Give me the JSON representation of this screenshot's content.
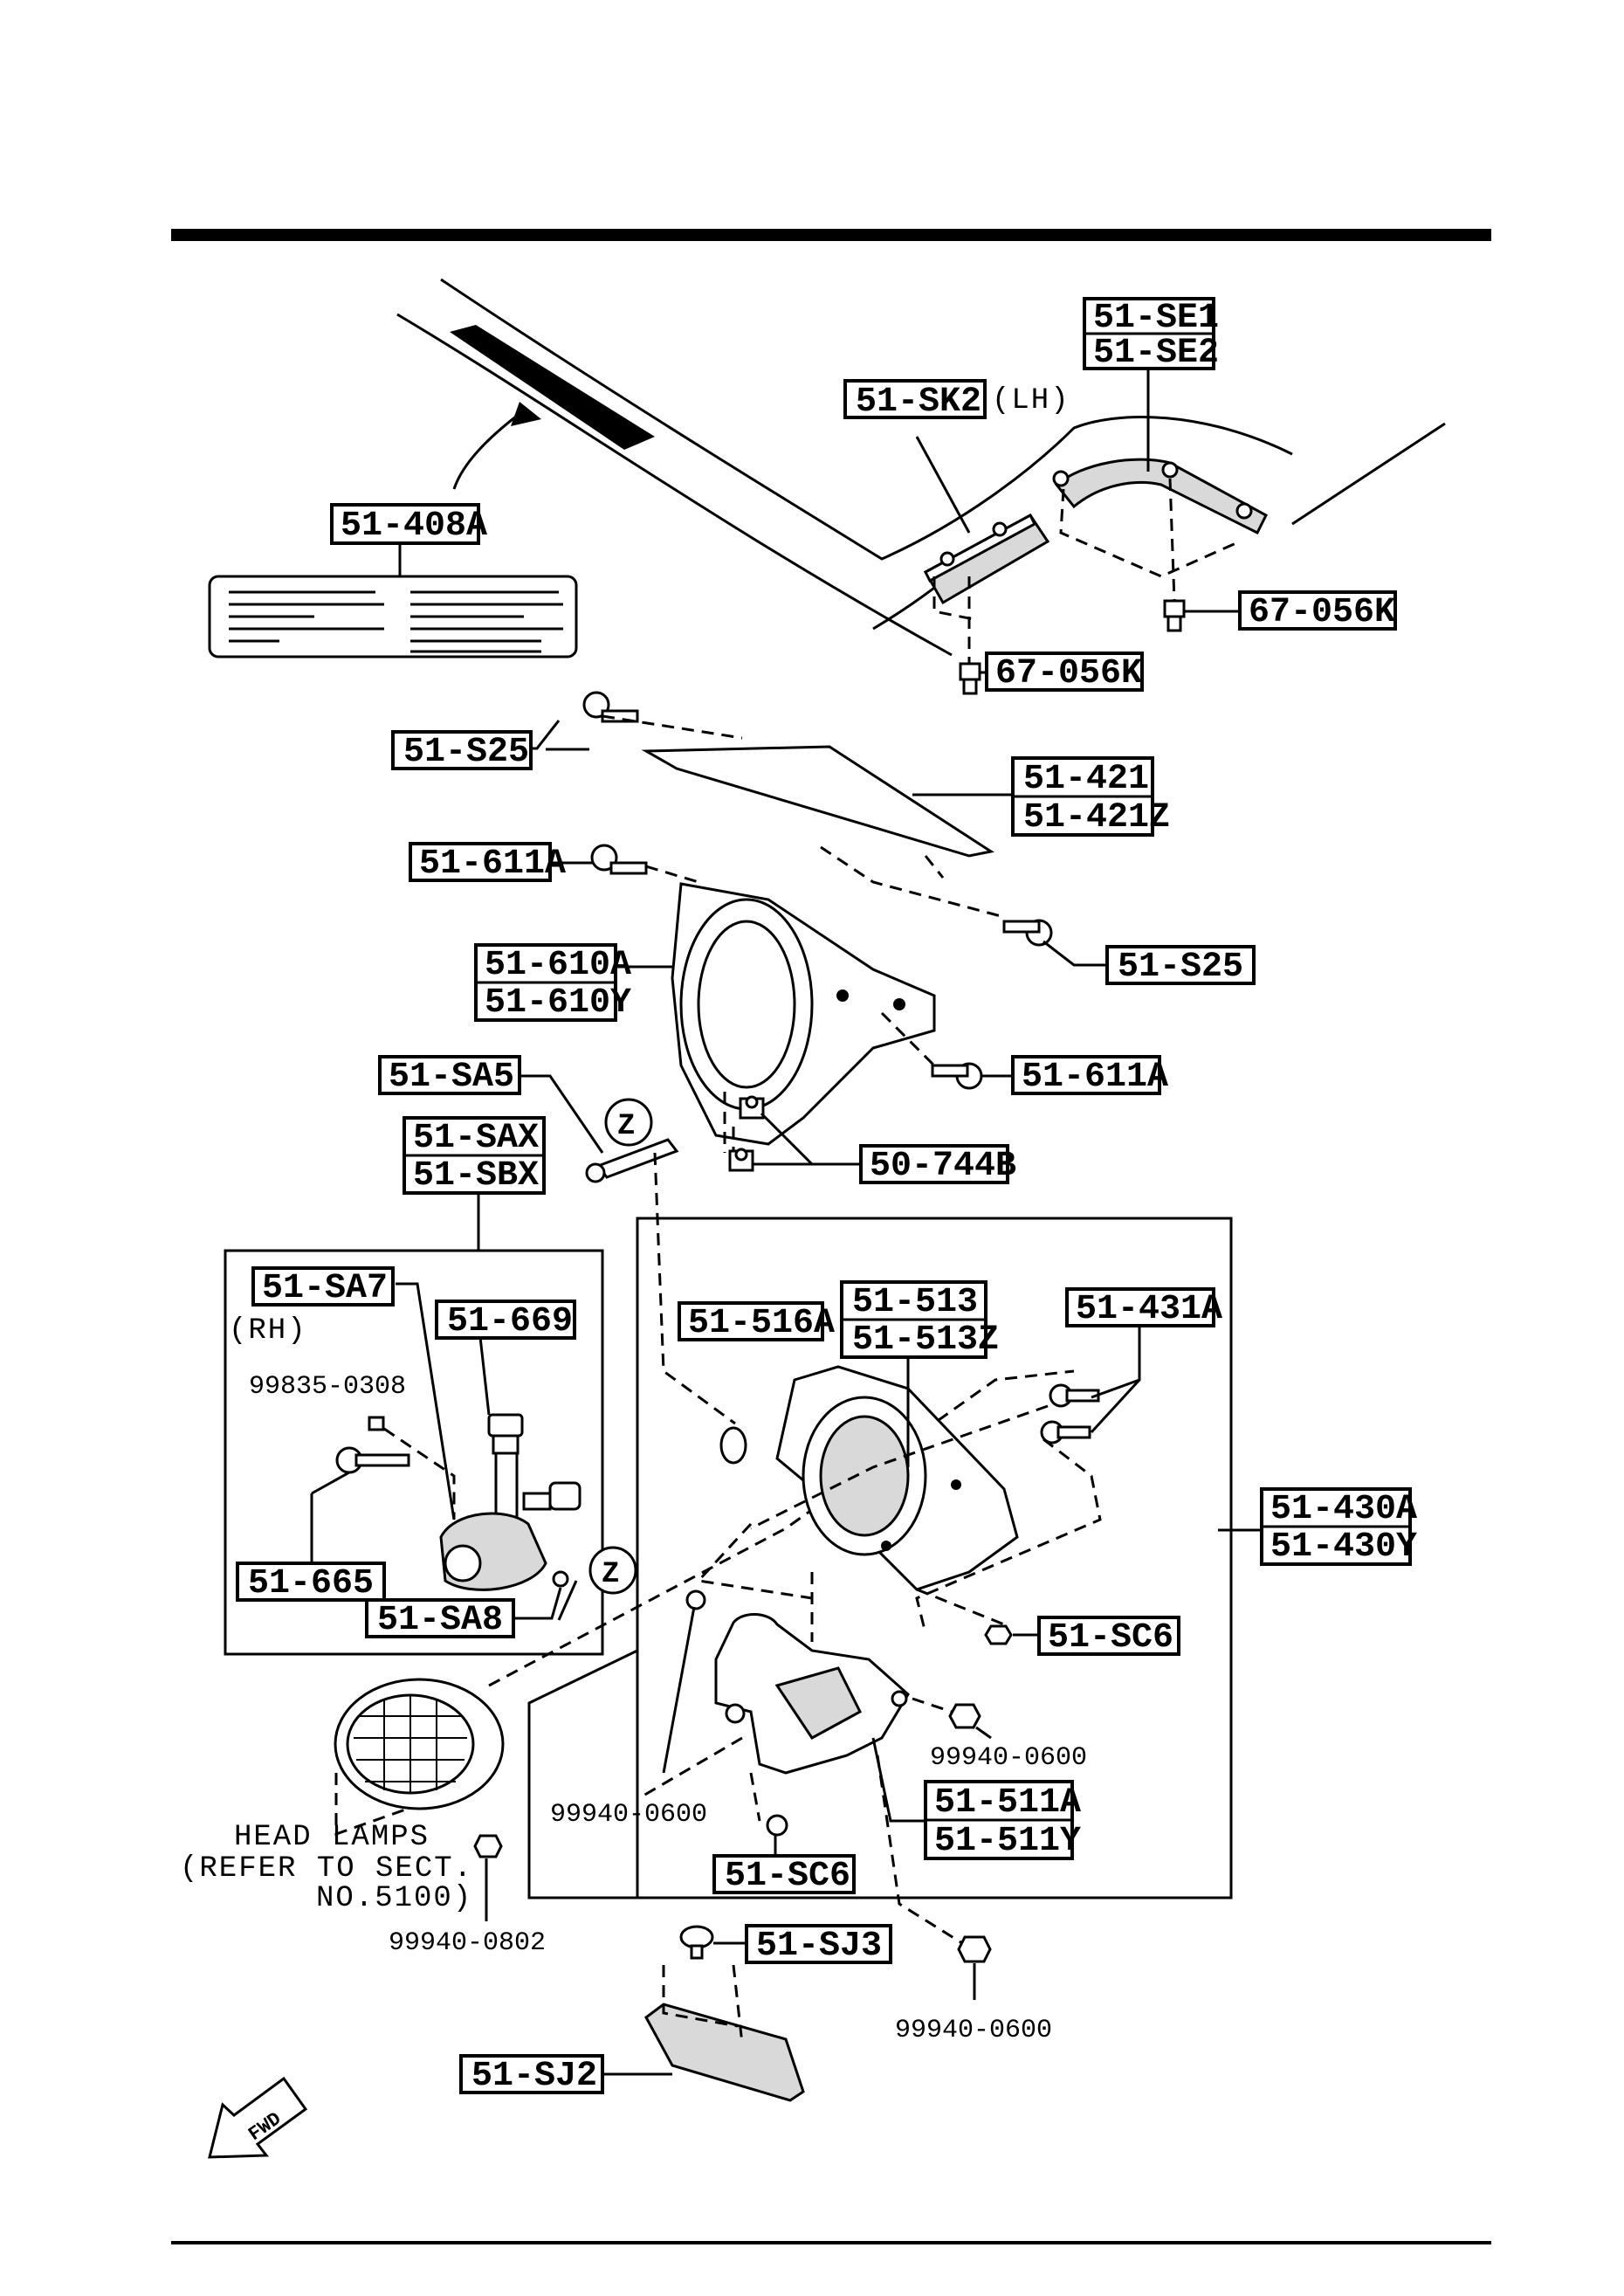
{
  "labels": {
    "l_51_se1": "51-SE1",
    "l_51_se2": "51-SE2",
    "l_51_sk2": "51-SK2",
    "l_lh": "(LH)",
    "l_51_408a": "51-408A",
    "l_67_056k_a": "67-056K",
    "l_67_056k_b": "67-056K",
    "l_51_s25_a": "51-S25",
    "l_51_421": "51-421",
    "l_51_421z": "51-421Z",
    "l_51_611a_a": "51-611A",
    "l_51_s25_b": "51-S25",
    "l_51_610a": "51-610A",
    "l_51_610y": "51-610Y",
    "l_51_611a_b": "51-611A",
    "l_51_sa5": "51-SA5",
    "l_z_a": "Z",
    "l_51_sax": "51-SAX",
    "l_51_sbx": "51-SBX",
    "l_50_744b": "50-744B",
    "l_51_sa7": "51-SA7",
    "l_rh": "(RH)",
    "l_51_669": "51-669",
    "l_99835_0308": "99835-0308",
    "l_51_665": "51-665",
    "l_51_sa8": "51-SA8",
    "l_z_b": "Z",
    "l_51_516a": "51-516A",
    "l_51_513": "51-513",
    "l_51_513z": "51-513Z",
    "l_51_431a": "51-431A",
    "l_51_430a": "51-430A",
    "l_51_430y": "51-430Y",
    "l_51_sc6_a": "51-SC6",
    "l_99940_0600_a": "99940-0600",
    "l_99940_0600_b": "99940-0600",
    "l_51_511a": "51-511A",
    "l_51_511y": "51-511Y",
    "l_51_sc6_b": "51-SC6",
    "l_99940_0802": "99940-0802",
    "l_51_sj3": "51-SJ3",
    "l_99940_0600_c": "99940-0600",
    "l_51_sj2": "51-SJ2",
    "l_fwd": "FWD"
  },
  "notes": {
    "head_lamps_1": "HEAD LAMPS",
    "head_lamps_2": "(REFER TO SECT.",
    "head_lamps_3": "NO.5100)"
  }
}
